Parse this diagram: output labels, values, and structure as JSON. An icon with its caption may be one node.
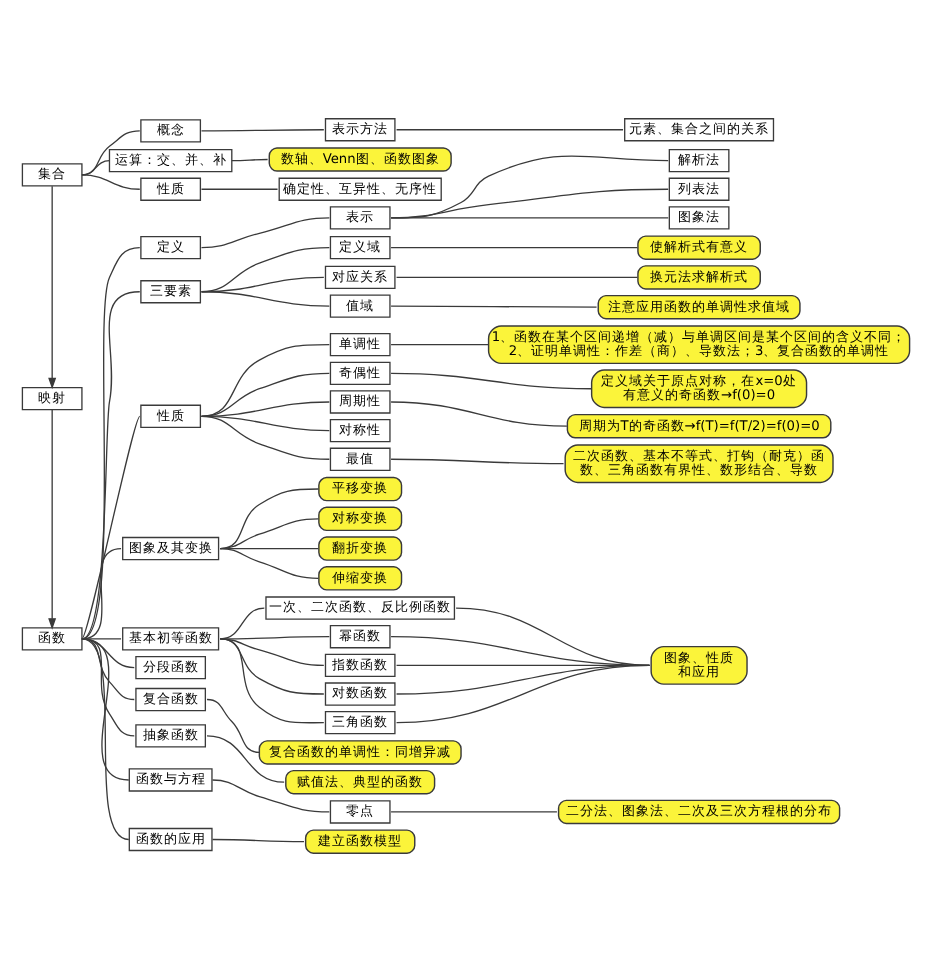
{
  "diagram": {
    "nodes": [
      {
        "text": [
          "集合"
        ]
      },
      {
        "text": [
          "概念"
        ]
      },
      {
        "text": [
          "表示方法"
        ]
      },
      {
        "text": [
          "元素、集合之间的关系"
        ]
      },
      {
        "text": [
          "运算：交、并、补"
        ]
      },
      {
        "text": [
          "数轴、Venn图、函数图象"
        ]
      },
      {
        "text": [
          "性质"
        ]
      },
      {
        "text": [
          "确定性、互异性、无序性"
        ]
      },
      {
        "text": [
          "映射"
        ]
      },
      {
        "text": [
          "函数"
        ]
      },
      {
        "text": [
          "定义"
        ]
      },
      {
        "text": [
          "表示"
        ]
      },
      {
        "text": [
          "解析法"
        ]
      },
      {
        "text": [
          "列表法"
        ]
      },
      {
        "text": [
          "图象法"
        ]
      },
      {
        "text": [
          "三要素"
        ]
      },
      {
        "text": [
          "定义域"
        ]
      },
      {
        "text": [
          "使解析式有意义"
        ]
      },
      {
        "text": [
          "对应关系"
        ]
      },
      {
        "text": [
          "换元法求解析式"
        ]
      },
      {
        "text": [
          "值域"
        ]
      },
      {
        "text": [
          "注意应用函数的单调性求值域"
        ]
      },
      {
        "text": [
          "性质"
        ]
      },
      {
        "text": [
          "单调性"
        ]
      },
      {
        "text": [
          "1、函数在某个区间递增（减）与单调区间是某个区间的含义不同；2、证明单调性：作差（商）、导数法；3、复合函数的单调性"
        ]
      },
      {
        "text": [
          "奇偶性"
        ]
      },
      {
        "text": [
          "定义域关于原点对称，在x=0处有意义的奇函数→f(0)=0"
        ]
      },
      {
        "text": [
          "周期性"
        ]
      },
      {
        "text": [
          "周期为T的奇函数→f(T)=f(T/2)=f(0)=0"
        ]
      },
      {
        "text": [
          "对称性"
        ]
      },
      {
        "text": [
          "最值"
        ]
      },
      {
        "text": [
          "二次函数、基本不等式、打钩（耐克）函数、三角函数有界性、数形结合、导数"
        ]
      },
      {
        "text": [
          "图象及其变换"
        ]
      },
      {
        "text": [
          "平移变换"
        ]
      },
      {
        "text": [
          "对称变换"
        ]
      },
      {
        "text": [
          "翻折变换"
        ]
      },
      {
        "text": [
          "伸缩变换"
        ]
      },
      {
        "text": [
          "基本初等函数"
        ]
      },
      {
        "text": [
          "一次、二次函数、反比例函数"
        ]
      },
      {
        "text": [
          "幂函数"
        ]
      },
      {
        "text": [
          "指数函数"
        ]
      },
      {
        "text": [
          "对数函数"
        ]
      },
      {
        "text": [
          "三角函数"
        ]
      },
      {
        "text": [
          "图象、性质和应用"
        ]
      },
      {
        "text": [
          "分段函数"
        ]
      },
      {
        "text": [
          "复合函数"
        ]
      },
      {
        "text": [
          "复合函数的单调性：同增异减"
        ]
      },
      {
        "text": [
          "抽象函数"
        ]
      },
      {
        "text": [
          "赋值法、典型的函数"
        ]
      },
      {
        "text": [
          "函数与方程"
        ]
      },
      {
        "text": [
          "零点"
        ]
      },
      {
        "text": [
          "二分法、图象法、二次及三次方程根的分布"
        ]
      },
      {
        "text": [
          "函数的应用"
        ]
      },
      {
        "text": [
          "建立函数模型"
        ]
      }
    ],
    "edges": [
      {
        "from": 0,
        "to": 1,
        "arrow": "none"
      },
      {
        "from": 1,
        "to": 2,
        "arrow": "none"
      },
      {
        "from": 2,
        "to": 3,
        "arrow": "none"
      },
      {
        "from": 0,
        "to": 4,
        "arrow": "none"
      },
      {
        "from": 4,
        "to": 5,
        "arrow": "none"
      },
      {
        "from": 0,
        "to": 6,
        "arrow": "none"
      },
      {
        "from": 6,
        "to": 7,
        "arrow": "none"
      },
      {
        "from": 0,
        "to": 8,
        "arrow": "to"
      },
      {
        "from": 8,
        "to": 9,
        "arrow": "to"
      },
      {
        "from": 9,
        "to": 10,
        "arrow": "none"
      },
      {
        "from": 10,
        "to": 11,
        "arrow": "none"
      },
      {
        "from": 11,
        "to": 12,
        "arrow": "none"
      },
      {
        "from": 11,
        "to": 13,
        "arrow": "none"
      },
      {
        "from": 11,
        "to": 14,
        "arrow": "none"
      },
      {
        "from": 9,
        "to": 15,
        "arrow": "none"
      },
      {
        "from": 15,
        "to": 16,
        "arrow": "none"
      },
      {
        "from": 16,
        "to": 17,
        "arrow": "none"
      },
      {
        "from": 15,
        "to": 18,
        "arrow": "none"
      },
      {
        "from": 18,
        "to": 19,
        "arrow": "none"
      },
      {
        "from": 15,
        "to": 20,
        "arrow": "none"
      },
      {
        "from": 20,
        "to": 21,
        "arrow": "none"
      },
      {
        "from": 9,
        "to": 22,
        "arrow": "none"
      },
      {
        "from": 22,
        "to": 23,
        "arrow": "none"
      },
      {
        "from": 23,
        "to": 24,
        "arrow": "none"
      },
      {
        "from": 22,
        "to": 25,
        "arrow": "none"
      },
      {
        "from": 25,
        "to": 26,
        "arrow": "none"
      },
      {
        "from": 22,
        "to": 27,
        "arrow": "none"
      },
      {
        "from": 27,
        "to": 28,
        "arrow": "none"
      },
      {
        "from": 22,
        "to": 29,
        "arrow": "none"
      },
      {
        "from": 22,
        "to": 30,
        "arrow": "none"
      },
      {
        "from": 30,
        "to": 31,
        "arrow": "none"
      },
      {
        "from": 9,
        "to": 32,
        "arrow": "none"
      },
      {
        "from": 32,
        "to": 33,
        "arrow": "none"
      },
      {
        "from": 32,
        "to": 34,
        "arrow": "none"
      },
      {
        "from": 32,
        "to": 35,
        "arrow": "none"
      },
      {
        "from": 32,
        "to": 36,
        "arrow": "none"
      },
      {
        "from": 9,
        "to": 37,
        "arrow": "none"
      },
      {
        "from": 37,
        "to": 38,
        "arrow": "none"
      },
      {
        "from": 37,
        "to": 39,
        "arrow": "none"
      },
      {
        "from": 37,
        "to": 40,
        "arrow": "none"
      },
      {
        "from": 37,
        "to": 41,
        "arrow": "none"
      },
      {
        "from": 37,
        "to": 42,
        "arrow": "none"
      },
      {
        "from": 38,
        "to": 43,
        "arrow": "none"
      },
      {
        "from": 39,
        "to": 43,
        "arrow": "none"
      },
      {
        "from": 40,
        "to": 43,
        "arrow": "none"
      },
      {
        "from": 41,
        "to": 43,
        "arrow": "none"
      },
      {
        "from": 42,
        "to": 43,
        "arrow": "none"
      },
      {
        "from": 9,
        "to": 44,
        "arrow": "none"
      },
      {
        "from": 9,
        "to": 45,
        "arrow": "none"
      },
      {
        "from": 45,
        "to": 46,
        "arrow": "none"
      },
      {
        "from": 9,
        "to": 47,
        "arrow": "none"
      },
      {
        "from": 47,
        "to": 48,
        "arrow": "none"
      },
      {
        "from": 9,
        "to": 49,
        "arrow": "none"
      },
      {
        "from": 49,
        "to": 50,
        "arrow": "none"
      },
      {
        "from": 50,
        "to": 51,
        "arrow": "none"
      },
      {
        "from": 9,
        "to": 52,
        "arrow": "none"
      },
      {
        "from": 52,
        "to": 53,
        "arrow": "none"
      }
    ]
  }
}
